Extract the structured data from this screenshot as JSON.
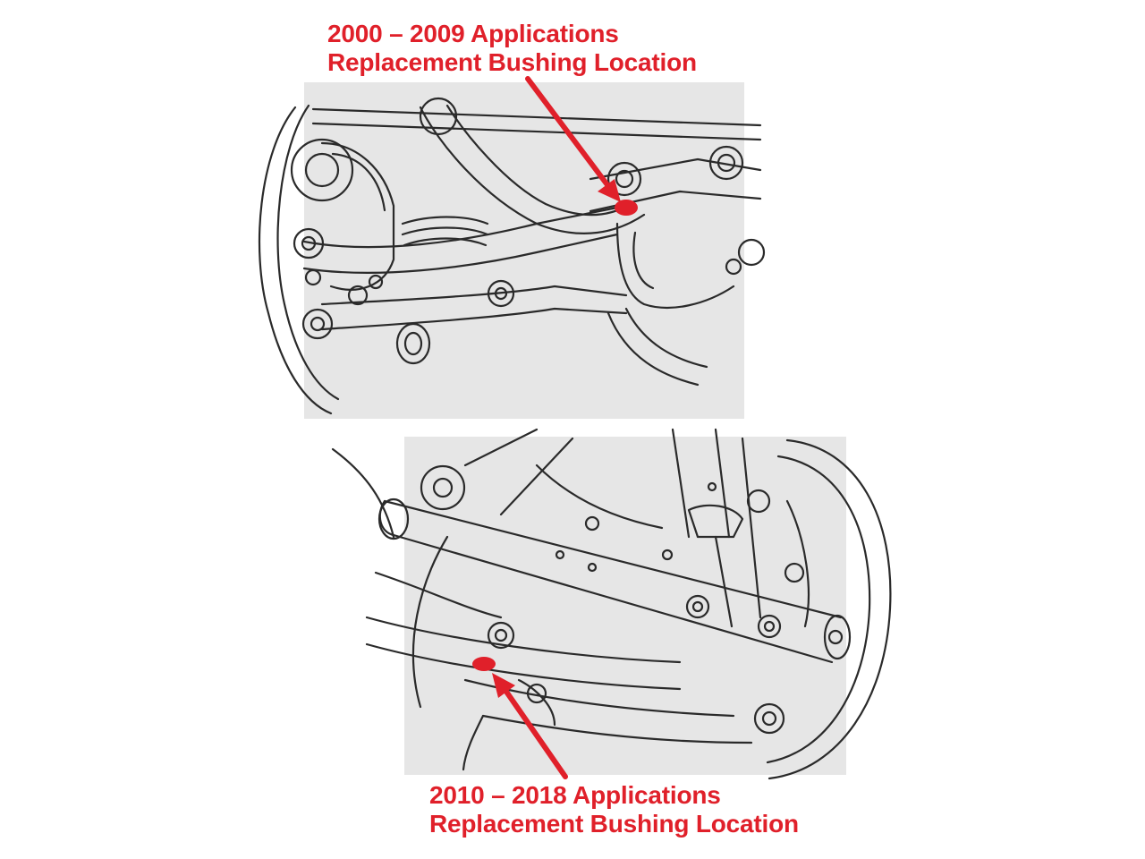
{
  "callouts": {
    "top": {
      "line1": "2000 – 2009 Applications",
      "line2": "Replacement Bushing Location"
    },
    "bottom": {
      "line1": "2010 – 2018 Applications",
      "line2": "Replacement Bushing Location"
    }
  },
  "colors": {
    "callout": "#e0202a",
    "panel": "#e6e6e6",
    "linework": "#2a2a2a"
  }
}
